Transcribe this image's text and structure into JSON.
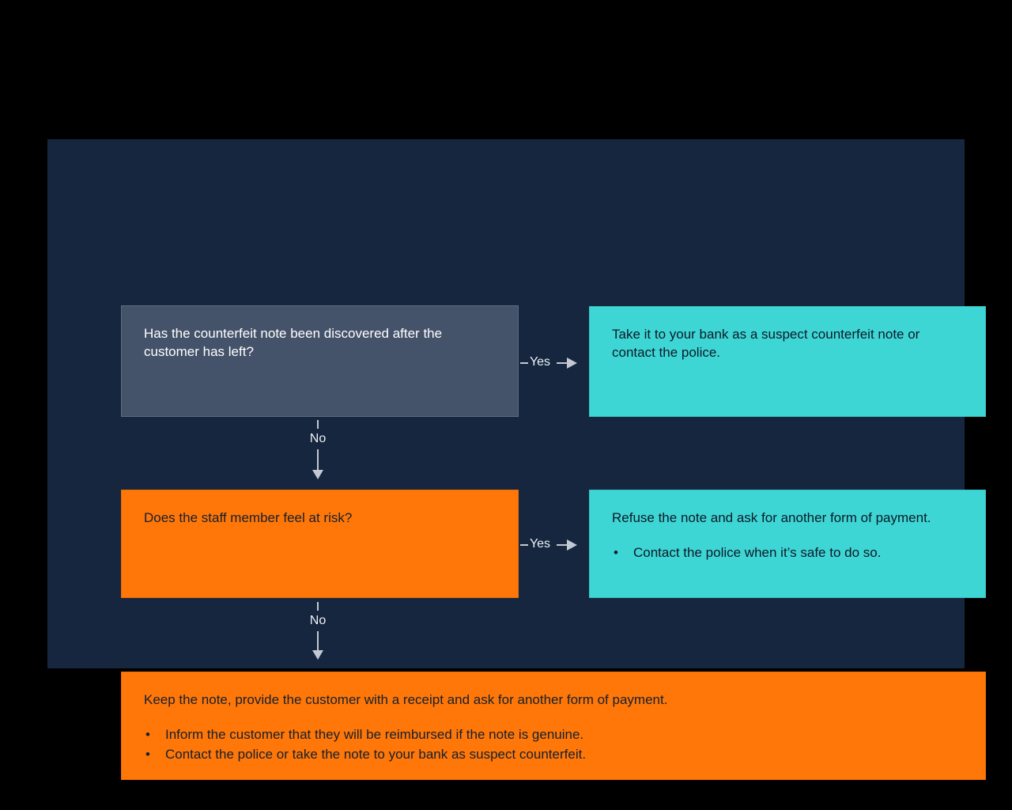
{
  "colors": {
    "background": "#000000",
    "panel": "#15263e",
    "slate_node": "#44526a",
    "teal_node": "#3ed6d4",
    "orange_node": "#ff7708",
    "connector": "#c3c8d3",
    "light_text": "#ffffff",
    "dark_text": "#14202e"
  },
  "nodes": {
    "q1": {
      "text": "Has the counterfeit note been discovered after the customer has left?"
    },
    "a1": {
      "text": "Take it to your bank as a suspect counterfeit note or contact the police."
    },
    "q2": {
      "text": "Does the staff member feel at risk?"
    },
    "a2": {
      "text": "Refuse the note and ask for another form of payment.",
      "bullets": [
        "Contact the police when it’s safe to do so."
      ]
    },
    "a3": {
      "text": "Keep the note, provide the customer with a receipt and ask for another form of payment.",
      "bullets": [
        "Inform the customer that they will be reimbursed if the note is genuine.",
        "Contact the police or take the note to your bank as suspect counterfeit."
      ]
    }
  },
  "connectors": {
    "yes1": "Yes",
    "no1": "No",
    "yes2": "Yes",
    "no2": "No"
  }
}
